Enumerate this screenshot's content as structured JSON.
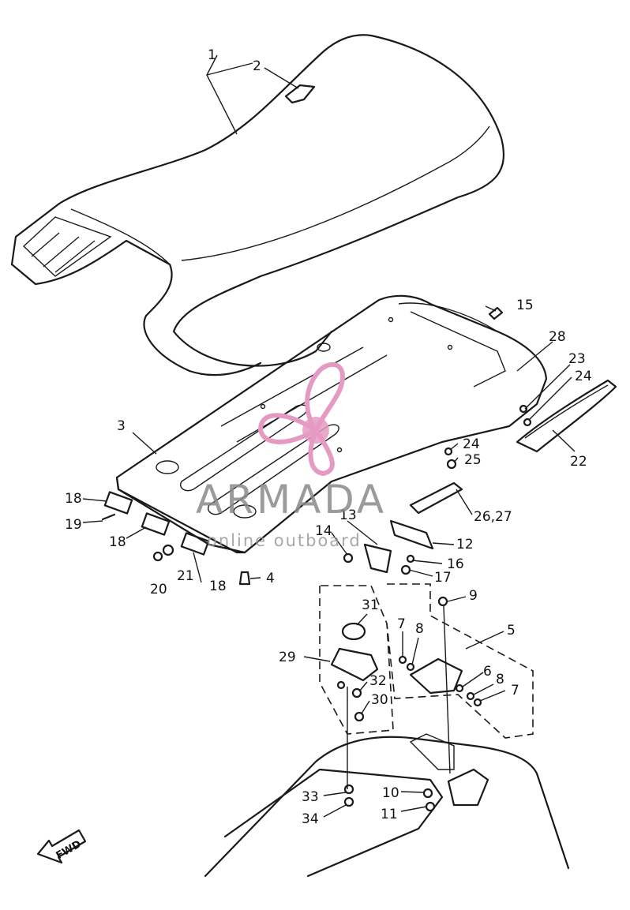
{
  "watermark": {
    "brand": "ARMADA",
    "tagline": "online outboard",
    "logo_color": "#e59ac2"
  },
  "callouts": [
    {
      "id": "c1",
      "text": "1"
    },
    {
      "id": "c2",
      "text": "2"
    },
    {
      "id": "c3",
      "text": "3"
    },
    {
      "id": "c4",
      "text": "4"
    },
    {
      "id": "c5",
      "text": "5"
    },
    {
      "id": "c6",
      "text": "6"
    },
    {
      "id": "c7a",
      "text": "7"
    },
    {
      "id": "c7b",
      "text": "7"
    },
    {
      "id": "c8a",
      "text": "8"
    },
    {
      "id": "c8b",
      "text": "8"
    },
    {
      "id": "c9",
      "text": "9"
    },
    {
      "id": "c10",
      "text": "10"
    },
    {
      "id": "c11",
      "text": "11"
    },
    {
      "id": "c12",
      "text": "12"
    },
    {
      "id": "c13",
      "text": "13"
    },
    {
      "id": "c14",
      "text": "14"
    },
    {
      "id": "c15",
      "text": "15"
    },
    {
      "id": "c16",
      "text": "16"
    },
    {
      "id": "c17",
      "text": "17"
    },
    {
      "id": "c18a",
      "text": "18"
    },
    {
      "id": "c18b",
      "text": "18"
    },
    {
      "id": "c18c",
      "text": "18"
    },
    {
      "id": "c19",
      "text": "19"
    },
    {
      "id": "c20",
      "text": "20"
    },
    {
      "id": "c21",
      "text": "21"
    },
    {
      "id": "c22",
      "text": "22"
    },
    {
      "id": "c23",
      "text": "23"
    },
    {
      "id": "c24a",
      "text": "24"
    },
    {
      "id": "c24b",
      "text": "24"
    },
    {
      "id": "c25",
      "text": "25"
    },
    {
      "id": "c26",
      "text": "26,27"
    },
    {
      "id": "c28",
      "text": "28"
    },
    {
      "id": "c29",
      "text": "29"
    },
    {
      "id": "c30",
      "text": "30"
    },
    {
      "id": "c31",
      "text": "31"
    },
    {
      "id": "c32",
      "text": "32"
    },
    {
      "id": "c33",
      "text": "33"
    },
    {
      "id": "c34",
      "text": "34"
    }
  ],
  "fwd_label": "FWD"
}
